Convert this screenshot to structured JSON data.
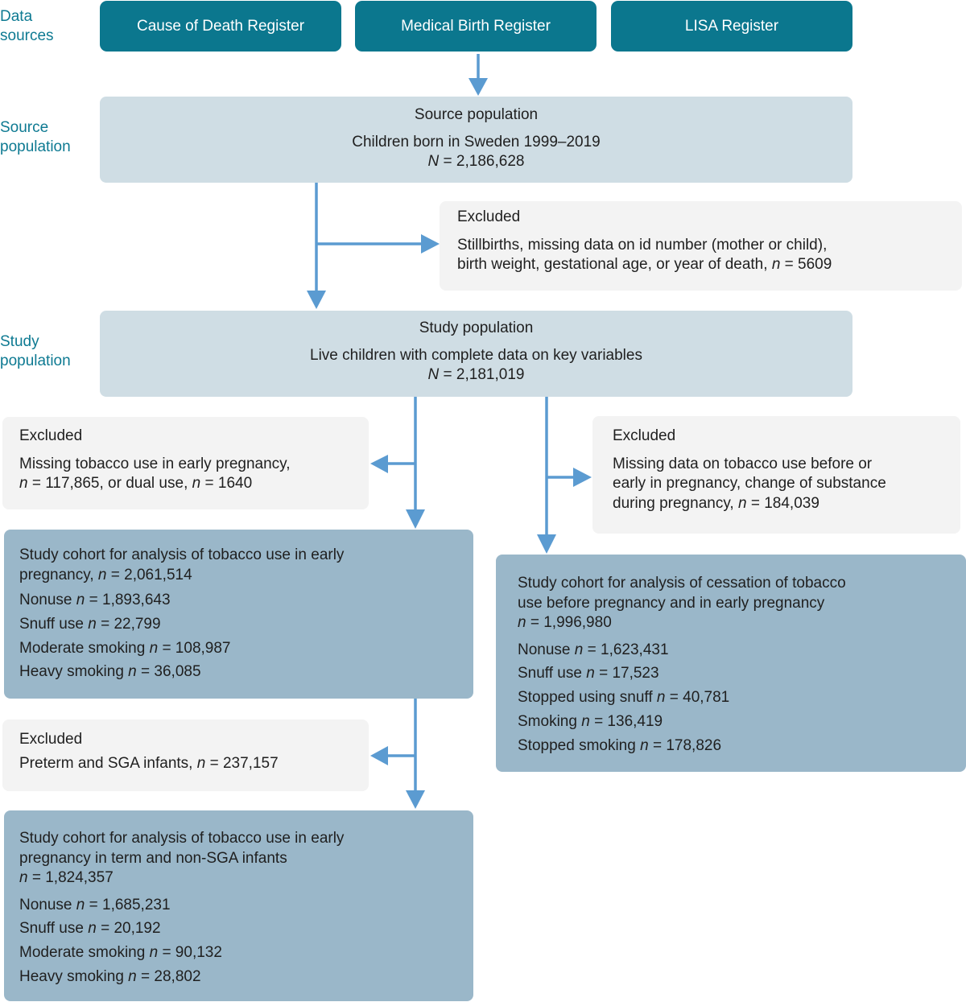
{
  "side_labels": {
    "data_sources": [
      "Data",
      "sources"
    ],
    "source_population": [
      "Source",
      "population"
    ],
    "study_population": [
      "Study",
      "population"
    ]
  },
  "data_sources": [
    "Cause of Death Register",
    "Medical Birth Register",
    "LISA Register"
  ],
  "source_population": {
    "title": "Source population",
    "description": "Children born in Sweden 1999–2019",
    "n_symbol": "N",
    "n_value": "= 2,186,628"
  },
  "excluded_1": {
    "title": "Excluded",
    "lines": [
      "Stillbirths, missing data on id number (mother or child),",
      "birth weight, gestational age, or year of death,"
    ],
    "n_symbol": "n",
    "n_value": "= 5609"
  },
  "study_population": {
    "title": "Study population",
    "description": "Live children with complete data on key variables",
    "n_symbol": "N",
    "n_value": "= 2,181,019"
  },
  "excluded_left": {
    "title": "Excluded",
    "line1": "Missing tobacco use in early pregnancy,",
    "n1_symbol": "n",
    "n1_value": "= 117,865, or dual use,",
    "n2_symbol": "n",
    "n2_value": "= 1640"
  },
  "excluded_right": {
    "title": "Excluded",
    "lines": [
      "Missing data on tobacco use before or",
      "early in pregnancy, change of substance",
      "during pregnancy,"
    ],
    "n_symbol": "n",
    "n_value": "= 184,039"
  },
  "cohort_early": {
    "title_lines": [
      "Study cohort for analysis of tobacco use in early",
      "pregnancy,"
    ],
    "n_symbol": "n",
    "n_value": "= 2,061,514",
    "items": [
      {
        "label": "Nonuse",
        "n_symbol": "n",
        "n_value": "= 1,893,643"
      },
      {
        "label": "Snuff use",
        "n_symbol": "n",
        "n_value": "= 22,799"
      },
      {
        "label": "Moderate smoking",
        "n_symbol": "n",
        "n_value": "= 108,987"
      },
      {
        "label": "Heavy smoking",
        "n_symbol": "n",
        "n_value": "= 36,085"
      }
    ]
  },
  "cohort_cessation": {
    "title_lines": [
      "Study cohort for analysis of cessation of tobacco",
      "use before pregnancy and in early pregnancy"
    ],
    "n_symbol": "n",
    "n_value": "= 1,996,980",
    "items": [
      {
        "label": "Nonuse",
        "n_symbol": "n",
        "n_value": "= 1,623,431"
      },
      {
        "label": "Snuff use",
        "n_symbol": "n",
        "n_value": "= 17,523"
      },
      {
        "label": "Stopped using snuff",
        "n_symbol": "n",
        "n_value": "= 40,781"
      },
      {
        "label": "Smoking",
        "n_symbol": "n",
        "n_value": "= 136,419"
      },
      {
        "label": "Stopped smoking",
        "n_symbol": "n",
        "n_value": "= 178,826"
      }
    ]
  },
  "excluded_preterm": {
    "title": "Excluded",
    "line1": "Preterm and SGA infants,",
    "n_symbol": "n",
    "n_value": "= 237,157"
  },
  "cohort_term": {
    "title_lines": [
      "Study cohort for analysis of tobacco use in early",
      "pregnancy in term and non-SGA infants"
    ],
    "n_symbol": "n",
    "n_value": "= 1,824,357",
    "items": [
      {
        "label": "Nonuse",
        "n_symbol": "n",
        "n_value": "= 1,685,231"
      },
      {
        "label": "Snuff use",
        "n_symbol": "n",
        "n_value": "= 20,192"
      },
      {
        "label": "Moderate smoking",
        "n_symbol": "n",
        "n_value": "= 90,132"
      },
      {
        "label": "Heavy smoking",
        "n_symbol": "n",
        "n_value": "= 28,802"
      }
    ]
  },
  "colors": {
    "source_box": "#0b778e",
    "population_box": "#cfdde4",
    "excluded_box": "#f3f3f3",
    "cohort_box": "#9ab7c9",
    "arrow": "#5b9bd1",
    "side_label": "#0e7a92"
  }
}
